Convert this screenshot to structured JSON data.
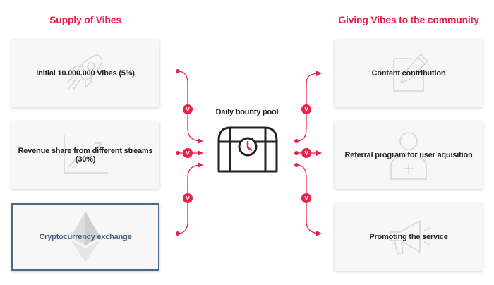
{
  "supply": {
    "heading": "Supply of Vibes",
    "items": [
      {
        "label": "Initial 10.000.000 Vibes (5%)",
        "icon": "rocket-icon"
      },
      {
        "label": "Revenue share from different streams (30%)",
        "icon": "growth-chart-icon"
      },
      {
        "label": "Cryptocurrency exchange",
        "icon": "ethereum-icon"
      }
    ]
  },
  "community": {
    "heading": "Giving Vibes to the community",
    "items": [
      {
        "label": "Content contribution",
        "icon": "pencil-note-icon"
      },
      {
        "label": "Referral program for user aquisition",
        "icon": "user-add-icon"
      },
      {
        "label": "Promoting the service",
        "icon": "megaphone-icon"
      }
    ]
  },
  "center": {
    "label": "Daily bounty pool",
    "icon": "treasure-chest-clock-icon"
  },
  "badge_letter": "V",
  "colors": {
    "accent": "#e8234a",
    "highlight_border": "#4a6a85",
    "card_bg": "#f7f7f7"
  }
}
